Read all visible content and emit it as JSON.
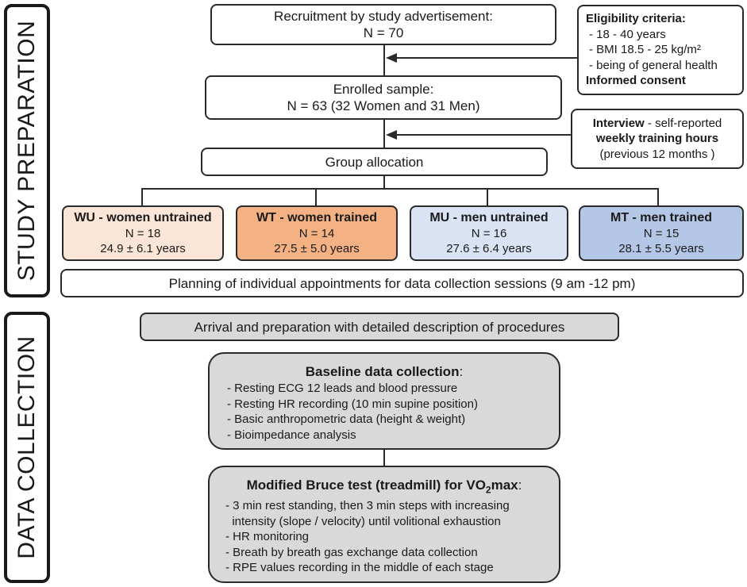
{
  "sections": {
    "preparation": "STUDY PREPARATION",
    "collection": "DATA COLLECTION"
  },
  "recruitment": {
    "line1": "Recruitment by study advertisement:",
    "line2": "N = 70"
  },
  "eligibility": {
    "title": "Eligibility criteria:",
    "items": [
      "- 18 - 40 years",
      "- BMI 18.5 - 25 kg/m²",
      "- being of general health"
    ],
    "consent": "Informed consent"
  },
  "enrolled": {
    "line1": "Enrolled sample:",
    "line2": "N = 63 (32 Women and 31 Men)"
  },
  "interview": {
    "bold": "Interview",
    "rest": " - self-reported",
    "line2": "weekly training hours",
    "line3": "(previous 12 months )"
  },
  "allocation": {
    "label": "Group allocation"
  },
  "groups": [
    {
      "title": "WU - women untrained",
      "n": "N = 18",
      "age": "24.9 ± 6.1 years",
      "color": "#fbe5d6"
    },
    {
      "title": "WT - women trained",
      "n": "N = 14",
      "age": "27.5 ± 5.0 years",
      "color": "#f4b183"
    },
    {
      "title": "MU - men untrained",
      "n": "N = 16",
      "age": "27.6 ± 6.4 years",
      "color": "#dae3f3"
    },
    {
      "title": "MT - men trained",
      "n": "N = 15",
      "age": "28.1 ± 5.5 years",
      "color": "#b4c7e7"
    }
  ],
  "planning": {
    "label": "Planning of individual appointments for data collection sessions (9 am -12 pm)"
  },
  "arrival": {
    "label": "Arrival and preparation with detailed description of procedures"
  },
  "baseline": {
    "title": "Baseline data collection",
    "colon": ":",
    "items": [
      "- Resting ECG 12 leads and blood pressure",
      "- Resting HR recording (10 min supine position)",
      "- Basic anthropometric data (height & weight)",
      "- Bioimpedance analysis"
    ]
  },
  "bruce": {
    "title_a": "Modified Bruce test (treadmill) for VO",
    "title_sub": "2",
    "title_b": "max",
    "colon": ":",
    "items": [
      "- 3 min rest standing, then 3 min steps with increasing",
      "  intensity (slope / velocity) until volitional exhaustion",
      "- HR monitoring",
      "- Breath by breath gas exchange data collection",
      "- RPE values recording in the middle of each stage"
    ]
  },
  "colors": {
    "gray_box": "#d9d9d9",
    "border": "#2a2a2a"
  }
}
